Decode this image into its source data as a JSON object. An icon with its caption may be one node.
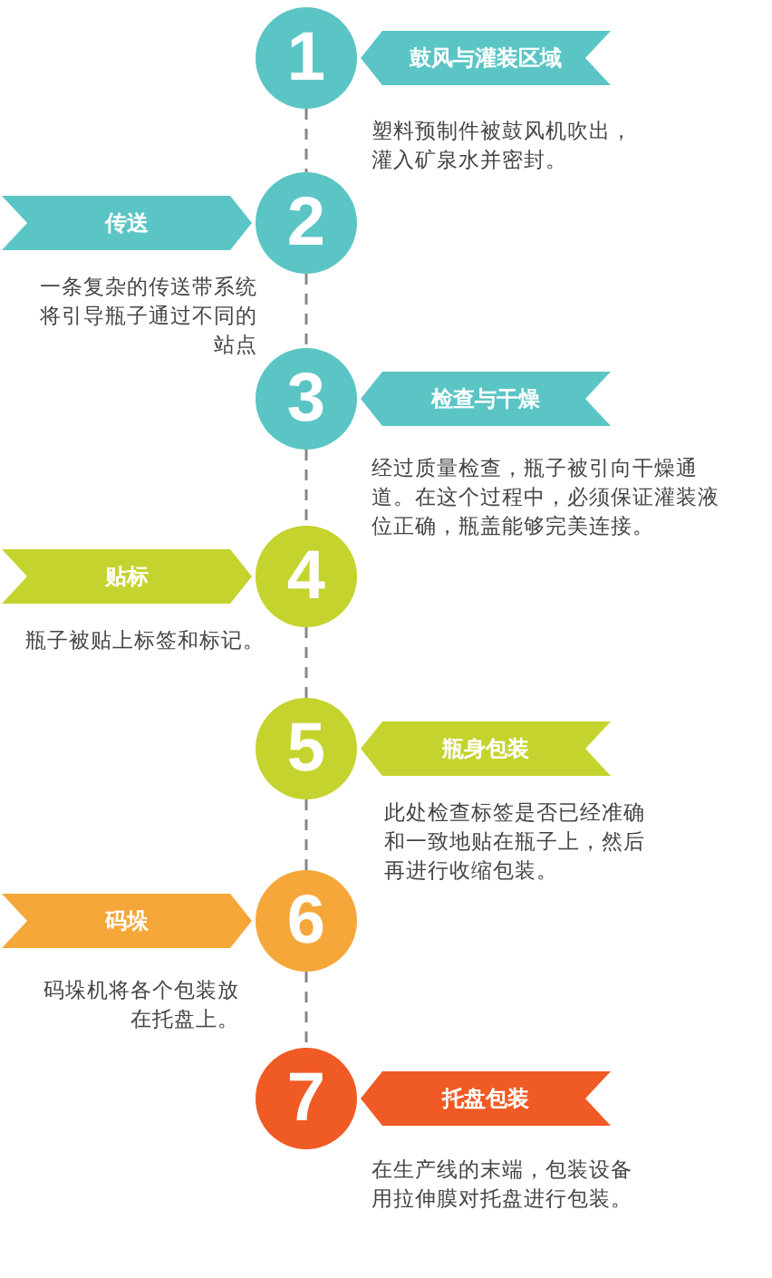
{
  "diagram": {
    "nodes": [
      {
        "text": [
          "1"
        ]
      },
      {
        "text": [
          "鼓风与灌装区域"
        ]
      },
      {
        "text": [
          "2"
        ]
      },
      {
        "text": [
          "传送"
        ]
      },
      {
        "text": [
          "3"
        ]
      },
      {
        "text": [
          "检查与干燥"
        ]
      },
      {
        "text": [
          "4"
        ]
      },
      {
        "text": [
          "贴标"
        ]
      },
      {
        "text": [
          "5"
        ]
      },
      {
        "text": [
          "瓶身包装"
        ]
      },
      {
        "text": [
          "6"
        ]
      },
      {
        "text": [
          "码垛"
        ]
      },
      {
        "text": [
          "7"
        ]
      },
      {
        "text": [
          "托盘包装"
        ]
      }
    ],
    "edges": [
      {
        "from": 0,
        "to": 2,
        "arrow": "none",
        "style": "dashed"
      },
      {
        "from": 2,
        "to": 4,
        "arrow": "none",
        "style": "dashed"
      },
      {
        "from": 4,
        "to": 6,
        "arrow": "none",
        "style": "dashed"
      },
      {
        "from": 6,
        "to": 8,
        "arrow": "none",
        "style": "dashed"
      },
      {
        "from": 8,
        "to": 10,
        "arrow": "none",
        "style": "dashed"
      },
      {
        "from": 10,
        "to": 12,
        "arrow": "none",
        "style": "dashed"
      }
    ],
    "labels": [
      "塑料预制件被鼓风机吹出，灌入矿泉水并密封。",
      "一条复杂的传送带系统将引导瓶子通过不同的站点",
      "经过质量检查，瓶子被引向干燥通道。在这个过程中，必须保证灌装液位正确，瓶盖能够完美连接。",
      "瓶子被贴上标签和标记。",
      "此处检查标签是否已经准确和一致地贴在瓶子上，然后再进行收缩包装。",
      "码垛机将各个包装放在托盘上。",
      "在生产线的末端，包装设备用拉伸膜对托盘进行包装。"
    ]
  }
}
